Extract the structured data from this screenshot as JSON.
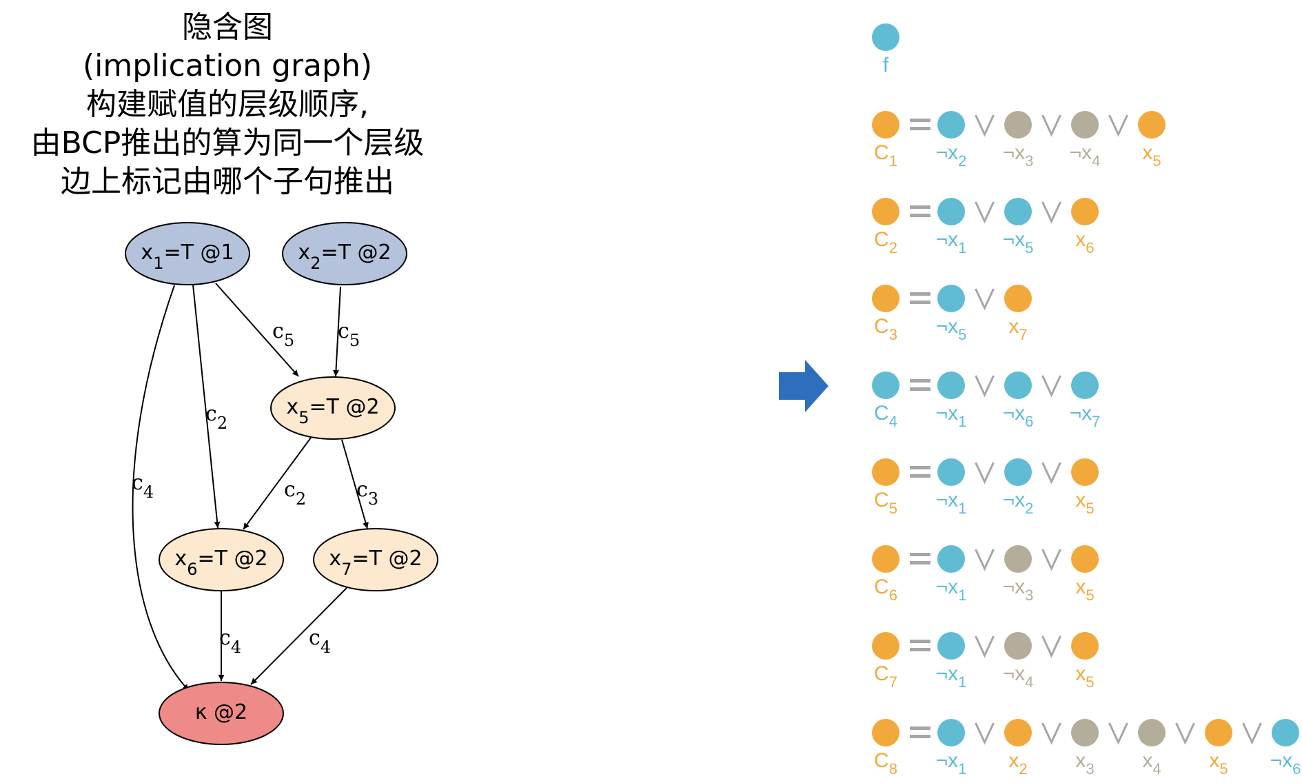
{
  "title": {
    "lines": [
      "隐含图",
      "(implication graph)",
      "构建赋值的层级顺序,",
      "由BCP推出的算为同一个层级",
      "边上标记由哪个子句推出"
    ]
  },
  "colors": {
    "assigned_node": "#b4c2dc",
    "implied_node": "#fce9cf",
    "conflict_node": "#ee8a87",
    "blue": "#5fbcd3",
    "orange": "#f2a93b",
    "gray": "#b3ad99",
    "connector": "#a6a6a6",
    "arrow": "#2e6fbd"
  },
  "graph": {
    "nodes": [
      {
        "id": "x1",
        "var": "x",
        "sub": "1",
        "rest": "=T @1",
        "kind": "assigned"
      },
      {
        "id": "x2",
        "var": "x",
        "sub": "2",
        "rest": "=T @2",
        "kind": "assigned"
      },
      {
        "id": "x5",
        "var": "x",
        "sub": "5",
        "rest": "=T @2",
        "kind": "implied"
      },
      {
        "id": "x6",
        "var": "x",
        "sub": "6",
        "rest": "=T @2",
        "kind": "implied"
      },
      {
        "id": "x7",
        "var": "x",
        "sub": "7",
        "rest": "=T @2",
        "kind": "implied"
      },
      {
        "id": "k",
        "var": "κ @2",
        "sub": "",
        "rest": "",
        "kind": "conflict"
      }
    ],
    "edges": [
      {
        "from": "x1",
        "to": "x5",
        "label": "c",
        "sub": "5"
      },
      {
        "from": "x2",
        "to": "x5",
        "label": "c",
        "sub": "5"
      },
      {
        "from": "x1",
        "to": "x6",
        "label": "c",
        "sub": "2"
      },
      {
        "from": "x5",
        "to": "x6",
        "label": "c",
        "sub": "2"
      },
      {
        "from": "x5",
        "to": "x7",
        "label": "c",
        "sub": "3"
      },
      {
        "from": "x1",
        "to": "k",
        "label": "c",
        "sub": "4"
      },
      {
        "from": "x6",
        "to": "k",
        "label": "c",
        "sub": "4"
      },
      {
        "from": "x7",
        "to": "k",
        "label": "c",
        "sub": "4"
      }
    ]
  },
  "legend_f": {
    "label": "f",
    "color": "blue"
  },
  "clauses": [
    {
      "name": "C",
      "sub": "1",
      "color": "orange",
      "lits": [
        {
          "neg": true,
          "v": "x",
          "sub": "2",
          "color": "blue"
        },
        {
          "neg": true,
          "v": "x",
          "sub": "3",
          "color": "gray"
        },
        {
          "neg": true,
          "v": "x",
          "sub": "4",
          "color": "gray"
        },
        {
          "neg": false,
          "v": "x",
          "sub": "5",
          "color": "orange"
        }
      ]
    },
    {
      "name": "C",
      "sub": "2",
      "color": "orange",
      "lits": [
        {
          "neg": true,
          "v": "x",
          "sub": "1",
          "color": "blue"
        },
        {
          "neg": true,
          "v": "x",
          "sub": "5",
          "color": "blue"
        },
        {
          "neg": false,
          "v": "x",
          "sub": "6",
          "color": "orange"
        }
      ]
    },
    {
      "name": "C",
      "sub": "3",
      "color": "orange",
      "lits": [
        {
          "neg": true,
          "v": "x",
          "sub": "5",
          "color": "blue"
        },
        {
          "neg": false,
          "v": "x",
          "sub": "7",
          "color": "orange"
        }
      ]
    },
    {
      "name": "C",
      "sub": "4",
      "color": "blue",
      "lits": [
        {
          "neg": true,
          "v": "x",
          "sub": "1",
          "color": "blue"
        },
        {
          "neg": true,
          "v": "x",
          "sub": "6",
          "color": "blue"
        },
        {
          "neg": true,
          "v": "x",
          "sub": "7",
          "color": "blue"
        }
      ]
    },
    {
      "name": "C",
      "sub": "5",
      "color": "orange",
      "lits": [
        {
          "neg": true,
          "v": "x",
          "sub": "1",
          "color": "blue"
        },
        {
          "neg": true,
          "v": "x",
          "sub": "2",
          "color": "blue"
        },
        {
          "neg": false,
          "v": "x",
          "sub": "5",
          "color": "orange"
        }
      ]
    },
    {
      "name": "C",
      "sub": "6",
      "color": "orange",
      "lits": [
        {
          "neg": true,
          "v": "x",
          "sub": "1",
          "color": "blue"
        },
        {
          "neg": true,
          "v": "x",
          "sub": "3",
          "color": "gray"
        },
        {
          "neg": false,
          "v": "x",
          "sub": "5",
          "color": "orange"
        }
      ]
    },
    {
      "name": "C",
      "sub": "7",
      "color": "orange",
      "lits": [
        {
          "neg": true,
          "v": "x",
          "sub": "1",
          "color": "blue"
        },
        {
          "neg": true,
          "v": "x",
          "sub": "4",
          "color": "gray"
        },
        {
          "neg": false,
          "v": "x",
          "sub": "5",
          "color": "orange"
        }
      ]
    },
    {
      "name": "C",
      "sub": "8",
      "color": "orange",
      "lits": [
        {
          "neg": true,
          "v": "x",
          "sub": "1",
          "color": "blue"
        },
        {
          "neg": false,
          "v": "x",
          "sub": "2",
          "color": "orange"
        },
        {
          "neg": false,
          "v": "x",
          "sub": "3",
          "color": "gray"
        },
        {
          "neg": false,
          "v": "x",
          "sub": "4",
          "color": "gray"
        },
        {
          "neg": false,
          "v": "x",
          "sub": "5",
          "color": "orange"
        },
        {
          "neg": true,
          "v": "x",
          "sub": "6",
          "color": "blue"
        }
      ]
    }
  ]
}
